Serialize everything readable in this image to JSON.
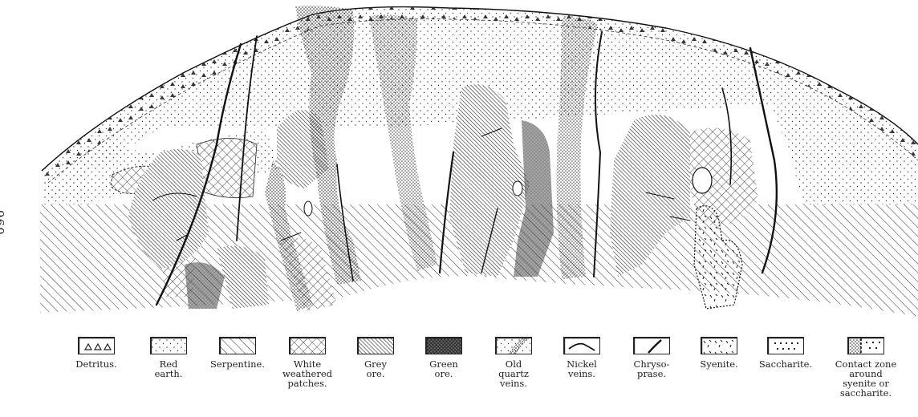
{
  "page": {
    "number": "960"
  },
  "legend": [
    {
      "key": "detritus",
      "label": "Detritus."
    },
    {
      "key": "red-earth",
      "label": "Red\nearth."
    },
    {
      "key": "serpentine",
      "label": "Serpentine."
    },
    {
      "key": "white-patches",
      "label": "White\nweathered\npatches."
    },
    {
      "key": "grey-ore",
      "label": "Grey\nore."
    },
    {
      "key": "green-ore",
      "label": "Green\nore."
    },
    {
      "key": "quartz-veins",
      "label": "Old\nquartz\nveins."
    },
    {
      "key": "nickel-veins",
      "label": "Nickel\nveins."
    },
    {
      "key": "chrysoprase",
      "label": "Chryso-\nprase."
    },
    {
      "key": "syenite",
      "label": "Syenite."
    },
    {
      "key": "saccharite",
      "label": "Saccharite."
    },
    {
      "key": "contact-zone",
      "label": "Contact zone\naround\nsyenite or\nsaccharite."
    }
  ]
}
